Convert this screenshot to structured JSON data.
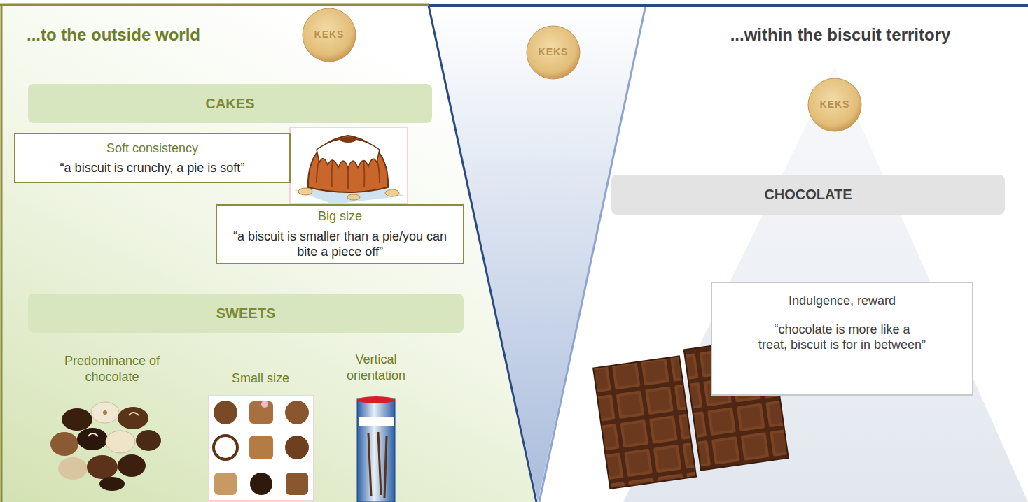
{
  "diagram": {
    "nodes": [
      {
        "text": [
          "...to the outside world"
        ]
      },
      {
        "text": [
          "CAKES"
        ],
        "in": 0
      },
      {
        "text": [
          "Soft consistency",
          "“a biscuit is crunchy, a pie is soft”"
        ],
        "in": 0
      },
      {
        "text": [
          "Big size",
          "“a biscuit is smaller than a pie/you can bite a piece off”"
        ],
        "in": 0
      },
      {
        "text": [
          "SWEETS"
        ],
        "in": 0
      },
      {
        "text": [
          "...within the biscuit territory"
        ]
      },
      {
        "text": [
          "CHOCOLATE"
        ],
        "in": 5
      },
      {
        "text": [
          "Indulgence, reward",
          "“chocolate is more like a treat, biscuit is for in between”"
        ],
        "in": 5
      }
    ],
    "labels": [
      "Predominance of chocolate",
      "Small size",
      "Vertical orientation",
      "KEKS",
      "KEKS",
      "KEKS"
    ]
  }
}
